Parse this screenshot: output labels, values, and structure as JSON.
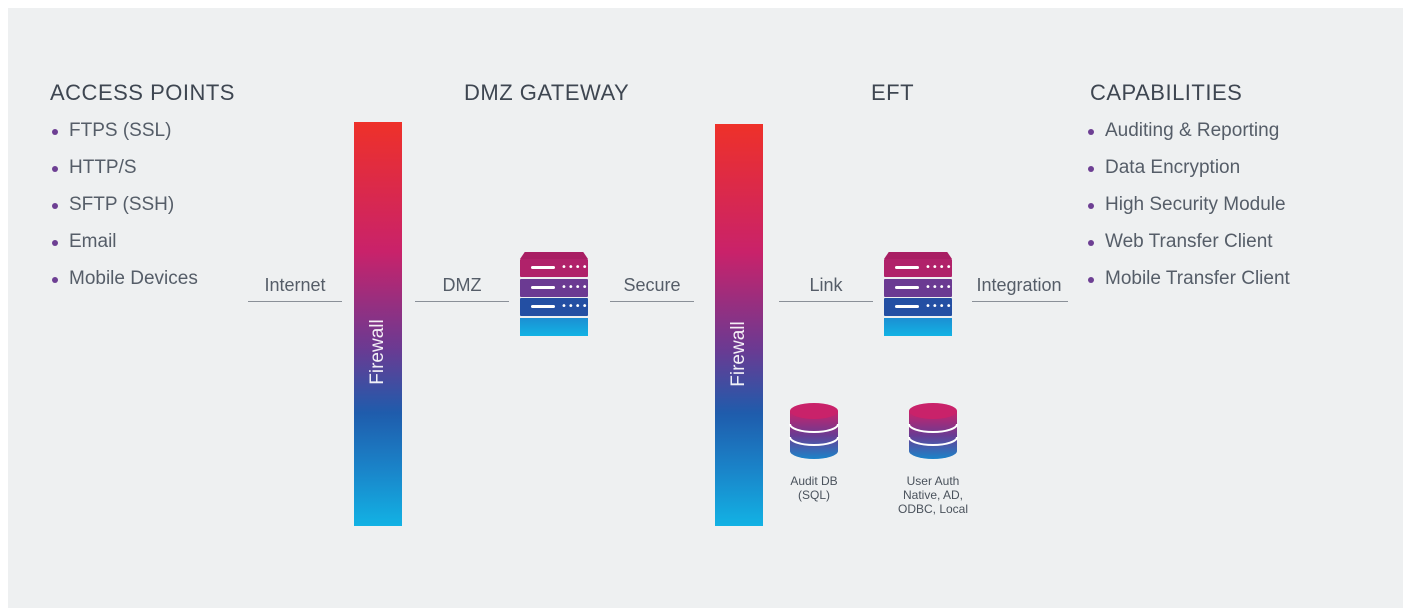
{
  "columns": {
    "access_points": {
      "heading": "ACCESS POINTS",
      "items": [
        "FTPS (SSL)",
        "HTTP/S",
        "SFTP (SSH)",
        "Email",
        "Mobile Devices"
      ]
    },
    "dmz_gateway": {
      "heading": "DMZ GATEWAY"
    },
    "eft": {
      "heading": "EFT"
    },
    "capabilities": {
      "heading": "CAPABILITIES",
      "items": [
        "Auditing & Reporting",
        "Data Encryption",
        "High Security Module",
        "Web Transfer Client",
        "Mobile Transfer Client"
      ]
    }
  },
  "connections": {
    "internet": "Internet",
    "dmz": "DMZ",
    "secure": "Secure",
    "link": "Link",
    "integration": "Integration"
  },
  "firewalls": [
    "Firewall",
    "Firewall"
  ],
  "databases": {
    "audit": {
      "line1": "Audit DB",
      "line2": "(SQL)"
    },
    "user_auth": {
      "line1": "User Auth",
      "line2": "Native, AD,",
      "line3": "ODBC, Local"
    }
  },
  "icons": {
    "server": "server-stack-icon",
    "database": "database-icon"
  },
  "colors": {
    "background": "#eef0f1",
    "gradient_top": "#ee3129",
    "gradient_mid": "#6b3a92",
    "gradient_bottom": "#12b2e4",
    "bullet": "#6d3f93"
  }
}
